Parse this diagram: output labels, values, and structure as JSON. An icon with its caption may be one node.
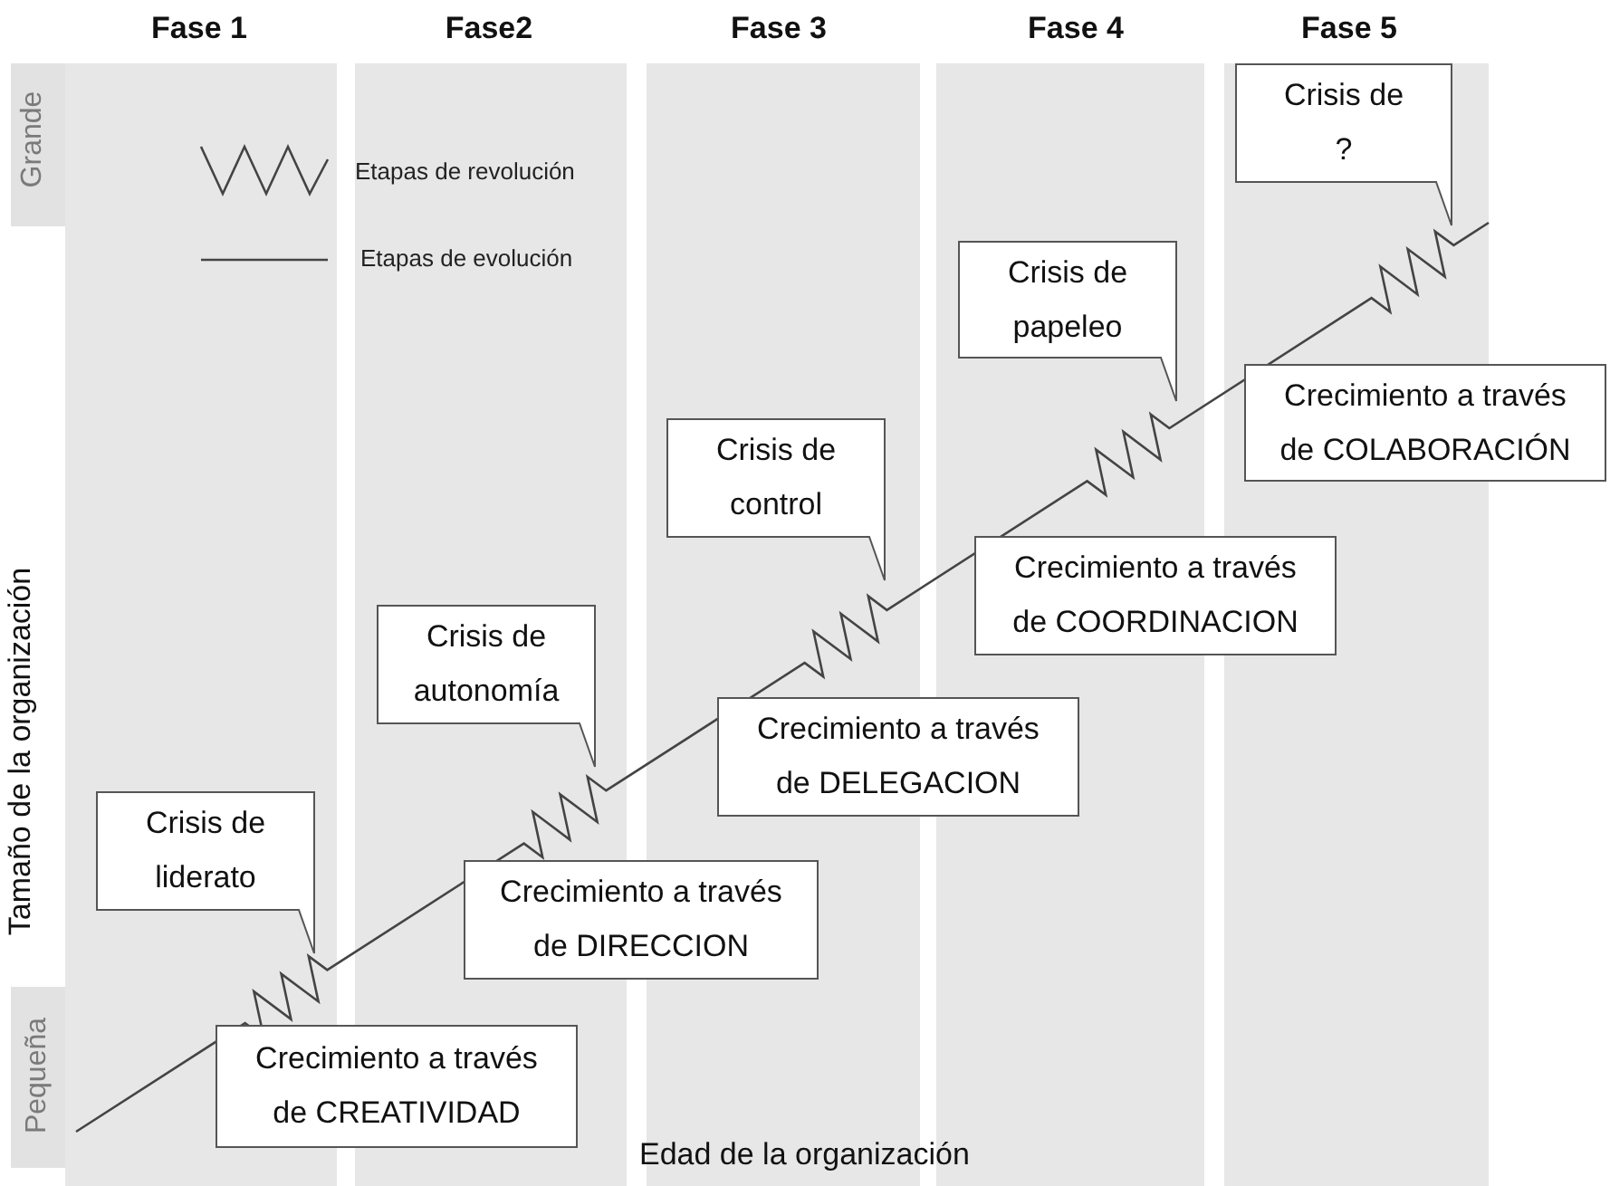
{
  "diagram": {
    "nodes": [
      {
        "text": [
          "Crecimiento a través de CREATIVIDAD"
        ]
      },
      {
        "text": [
          "Crisis de liderato"
        ]
      },
      {
        "text": [
          "Crecimiento a través de DIRECCION"
        ]
      },
      {
        "text": [
          "Crisis de autonomía"
        ]
      },
      {
        "text": [
          "Crecimiento a través de DELEGACION"
        ]
      },
      {
        "text": [
          "Crisis de control"
        ]
      },
      {
        "text": [
          "Crecimiento a través de COORDINACION"
        ]
      },
      {
        "text": [
          "Crisis de papeleo"
        ]
      },
      {
        "text": [
          "Crecimiento a través de COLABORACIÓN"
        ]
      },
      {
        "text": [
          "Crisis de ?"
        ]
      }
    ],
    "labels": [
      "Fase 1",
      "Fase2",
      "Fase 3",
      "Fase 4",
      "Fase 5",
      "Grande",
      "Tamaño de la organización",
      "Pequeña",
      "Edad de la organización"
    ],
    "legend": [
      {
        "text": "Etapas de revolución"
      },
      {
        "text": "Etapas de evolución"
      }
    ]
  }
}
